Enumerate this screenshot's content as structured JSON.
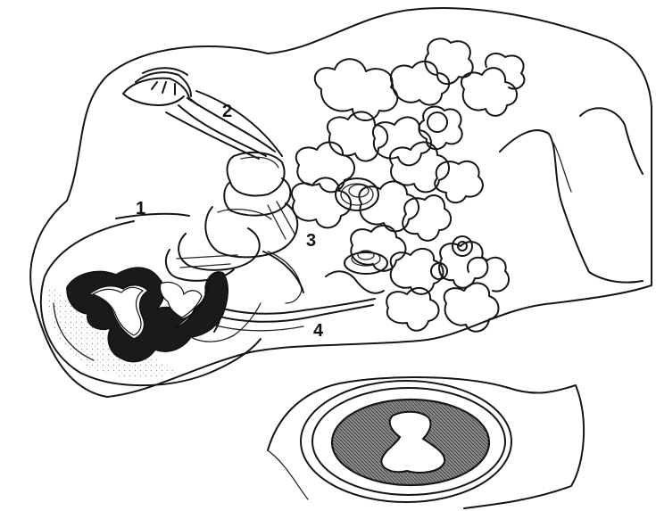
{
  "labels": {
    "label_1": "1",
    "label_2": "2",
    "label_3": "3",
    "label_4": "4"
  },
  "colors": {
    "ink": "#151515",
    "background": "#ffffff",
    "dark_fill": "#1a1a1a"
  }
}
